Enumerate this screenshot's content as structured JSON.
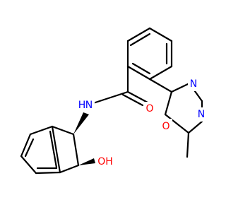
{
  "colors": {
    "bond": "#000000",
    "carbon": "#000000",
    "nitrogen": "#0000ff",
    "oxygen": "#ff0000",
    "background": "#ffffff"
  },
  "atoms": {
    "amide_n": "N",
    "amide_h": "H",
    "carbonyl_o": "O",
    "hydroxyl": "OH",
    "ring_n1": "N",
    "ring_n2": "N",
    "ring_o": "O"
  }
}
